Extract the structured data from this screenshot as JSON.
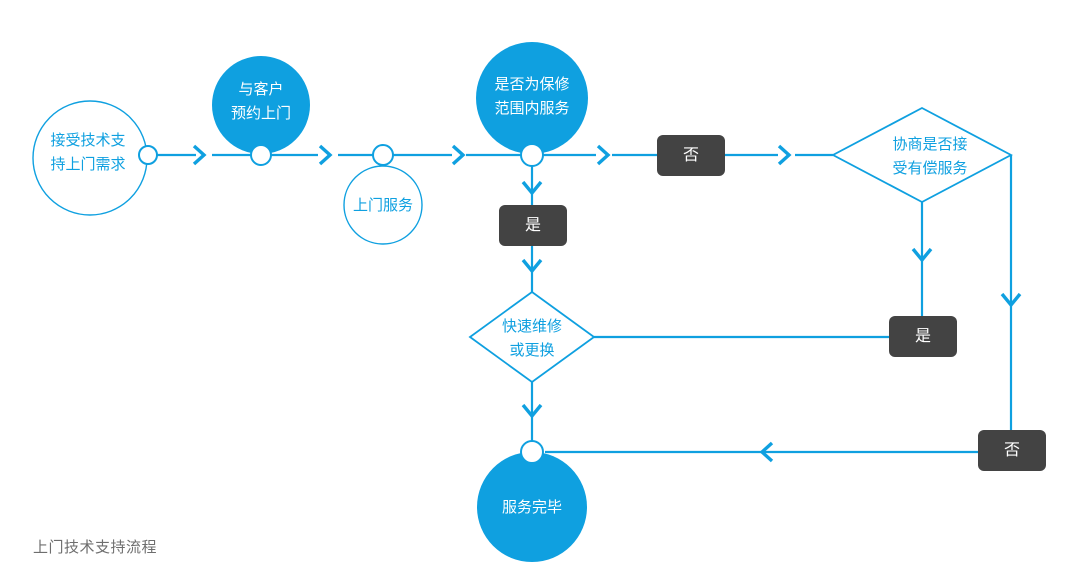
{
  "diagram": {
    "caption": "上门技术支持流程",
    "colors": {
      "accent_blue": "#0fa0e0",
      "label_box_dark": "#434343",
      "text_blue": "#0fa0e0",
      "text_white": "#ffffff",
      "caption_gray": "#6e6e6e",
      "background": "#ffffff"
    },
    "nodes": [
      {
        "id": "start",
        "shape": "circle-outline",
        "line1": "接受技术支",
        "line2": "持上门需求"
      },
      {
        "id": "appointment",
        "shape": "circle-filled",
        "line1": "与客户",
        "line2": "预约上门"
      },
      {
        "id": "onsite-service",
        "shape": "circle-outline",
        "line1": "上门服务",
        "line2": ""
      },
      {
        "id": "warranty-decision",
        "shape": "circle-filled",
        "line1": "是否为保修",
        "line2": "范围内服务"
      },
      {
        "id": "negotiate-decision",
        "shape": "diamond",
        "line1": "协商是否接",
        "line2": "受有偿服务"
      },
      {
        "id": "repair-decision",
        "shape": "diamond",
        "line1": "快速维修",
        "line2": "或更换"
      },
      {
        "id": "service-complete",
        "shape": "circle-filled",
        "line1": "服务完毕",
        "line2": ""
      }
    ],
    "edge_labels": [
      {
        "id": "warranty-no",
        "text": "否"
      },
      {
        "id": "warranty-yes",
        "text": "是"
      },
      {
        "id": "negotiate-yes",
        "text": "是"
      },
      {
        "id": "negotiate-no",
        "text": "否"
      }
    ]
  }
}
